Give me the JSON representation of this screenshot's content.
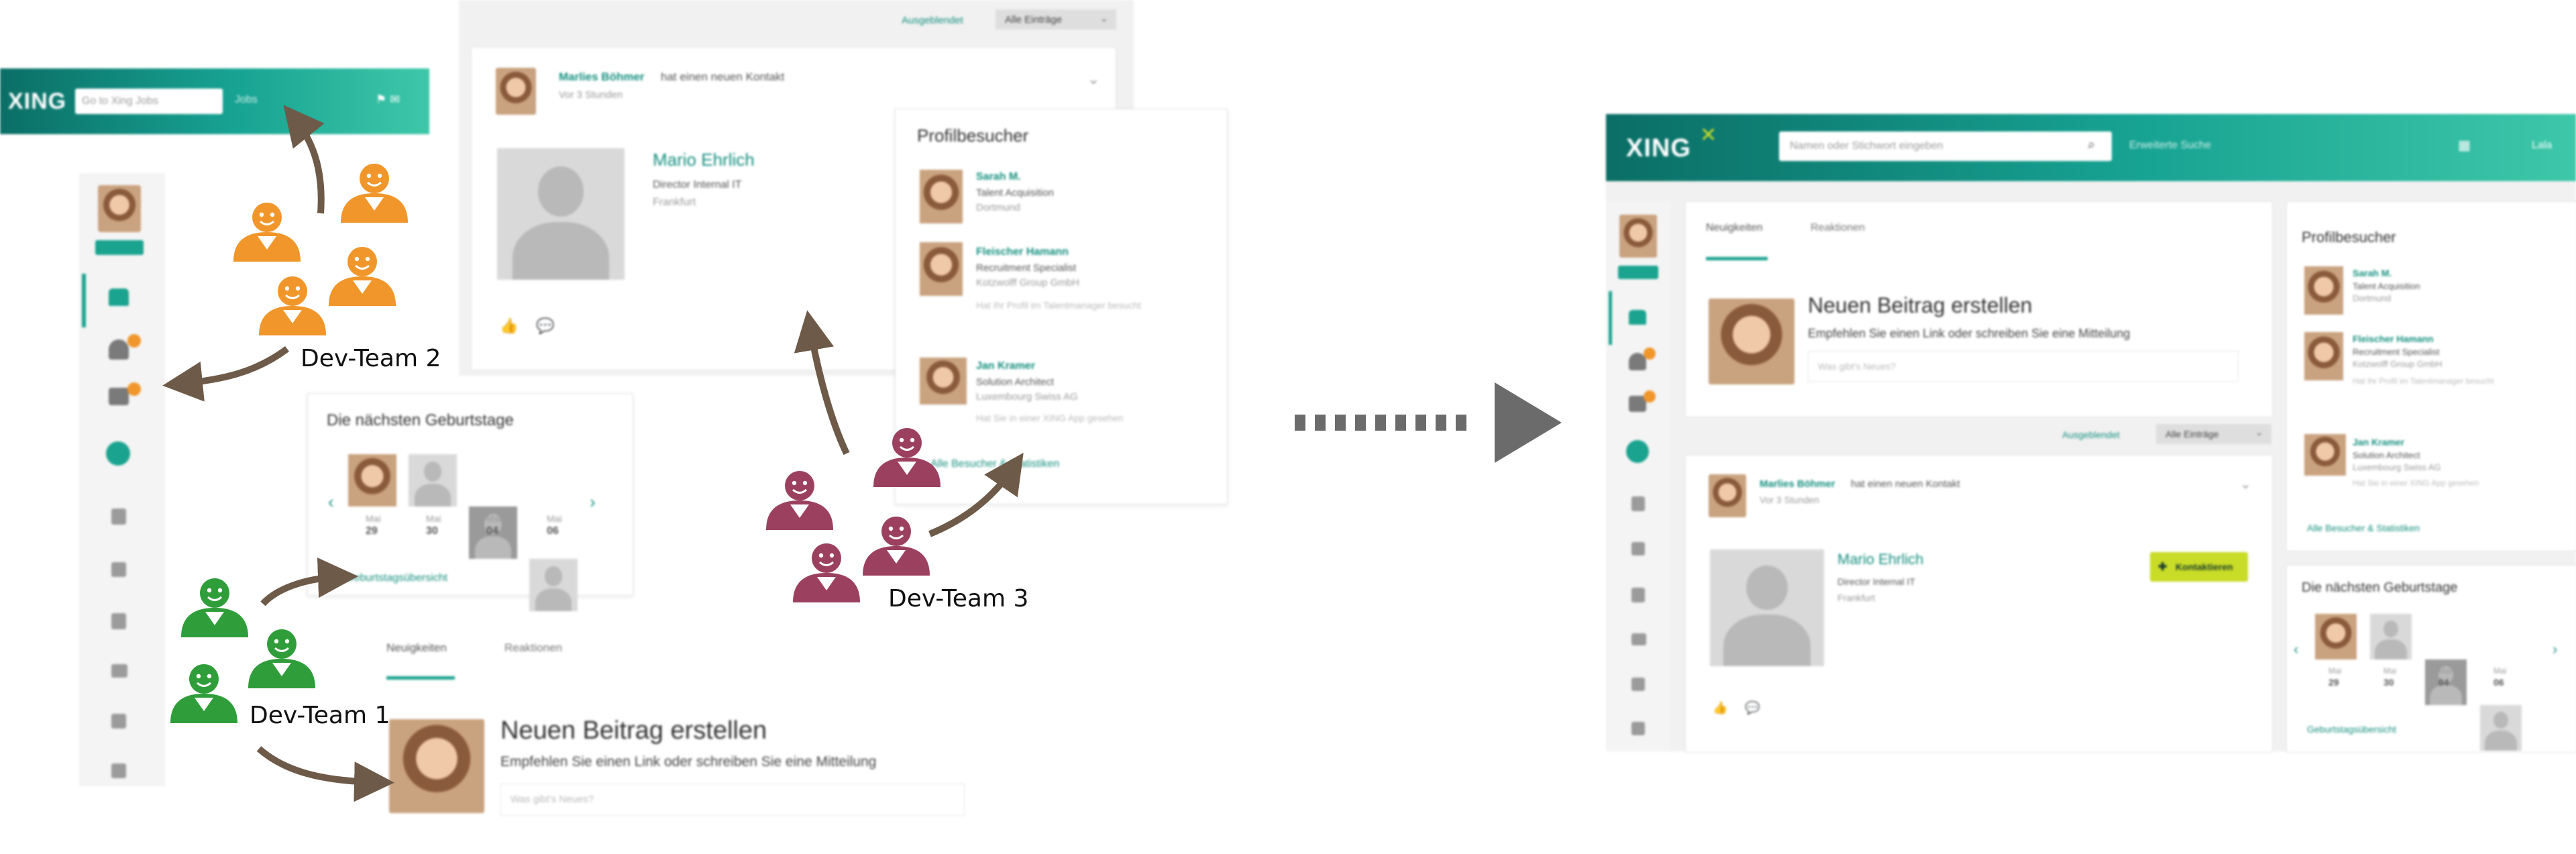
{
  "left_collage": {
    "header": {
      "logo": "XING",
      "search_placeholder": "Go to Xing Jobs",
      "search_link": "Jobs"
    },
    "post_card": {
      "author": "Marlies Böhmer",
      "action": "hat einen neuen Kontakt",
      "time": "Vor 3 Stunden",
      "contact_name": "Mario Ehrlich",
      "contact_title": "Director Internal IT",
      "contact_place": "Frankfurt"
    },
    "feed_controls": {
      "highlight": "Ausgeblendet",
      "select": "Alle Einträge"
    },
    "profile_visitors": {
      "title": "Profilbesucher",
      "visitors": [
        {
          "name": "Sarah M.",
          "role": "Talent Acquisition",
          "company": "Dortmund"
        },
        {
          "name": "Fleischer Hamann",
          "role": "Recruitment Specialist",
          "company": "Kotzwolff Group GmbH",
          "note": "Hat Ihr Profil im Talentmanager besucht"
        },
        {
          "name": "Jan Kramer",
          "role": "Solution Architect",
          "company": "Luxembourg Swiss AG",
          "note": "Hat Sie in einer XING App gesehen"
        }
      ],
      "link": "Alle Besucher & Statistiken"
    },
    "birthdays": {
      "title": "Die nächsten Geburtstage",
      "dates": [
        {
          "month": "Mai",
          "day": "29"
        },
        {
          "month": "Mai",
          "day": "30"
        },
        {
          "month": "Mai",
          "day": "04"
        },
        {
          "month": "Mai",
          "day": "06"
        }
      ],
      "link": "Geburtstagsübersicht"
    },
    "new_post": {
      "tabs": [
        "Neuigkeiten",
        "Reaktionen"
      ],
      "title": "Neuen Beitrag erstellen",
      "subtitle": "Empfehlen Sie einen Link oder schreiben Sie eine Mitteilung",
      "placeholder": "Was gibt's Neues?"
    }
  },
  "teams": {
    "team1": {
      "label": "Dev-Team 1",
      "color": "#2f9e3a"
    },
    "team2": {
      "label": "Dev-Team 2",
      "color": "#f0962a"
    },
    "team3": {
      "label": "Dev-Team 3",
      "color": "#9c4060"
    }
  },
  "arrow_color": "#6e5a48",
  "result": {
    "header": {
      "logo": "XING",
      "search_placeholder": "Namen oder Stichwort eingeben",
      "search_extra": "Erweiterte Suche",
      "user": "Lala"
    },
    "new_post": {
      "tabs": [
        "Neuigkeiten",
        "Reaktionen"
      ],
      "title": "Neuen Beitrag erstellen",
      "subtitle": "Empfehlen Sie einen Link oder schreiben Sie eine Mitteilung",
      "placeholder": "Was gibt's Neues?"
    },
    "feed_controls": {
      "highlight": "Ausgeblendet",
      "select": "Alle Einträge"
    },
    "post_card": {
      "author": "Marlies Böhmer",
      "action": "hat einen neuen Kontakt",
      "time": "Vor 3 Stunden",
      "contact_name": "Mario Ehrlich",
      "contact_title": "Director Internal IT",
      "contact_place": "Frankfurt",
      "button": "Kontaktieren"
    },
    "profile_visitors": {
      "title": "Profilbesucher",
      "visitors": [
        {
          "name": "Sarah M.",
          "role": "Talent Acquisition",
          "company": "Dortmund"
        },
        {
          "name": "Fleischer Hamann",
          "role": "Recruitment Specialist",
          "company": "Kotzwolff Group GmbH",
          "note": "Hat Ihr Profil im Talentmanager besucht"
        },
        {
          "name": "Jan Kramer",
          "role": "Solution Architect",
          "company": "Luxembourg Swiss AG",
          "note": "Hat Sie in einer XING App gesehen"
        }
      ],
      "link": "Alle Besucher & Statistiken"
    },
    "birthdays": {
      "title": "Die nächsten Geburtstage",
      "dates": [
        {
          "month": "Mai",
          "day": "29"
        },
        {
          "month": "Mai",
          "day": "30"
        },
        {
          "month": "Mai",
          "day": "04"
        },
        {
          "month": "Mai",
          "day": "06"
        }
      ],
      "link": "Geburtstagsübersicht"
    }
  }
}
